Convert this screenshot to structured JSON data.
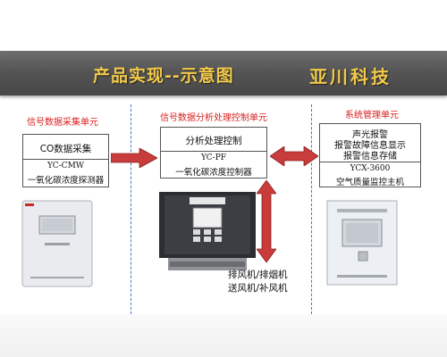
{
  "banner": {
    "title": "产品实现--示意图",
    "company": "亚川科技"
  },
  "sections": {
    "acquisition": {
      "title": "信号数据采集单元",
      "box_line1": "CO数据采集",
      "box_model": "YC-CMW",
      "box_name": "一氧化碳浓度探测器"
    },
    "analysis": {
      "title": "信号数据分析处理控制单元",
      "box_line1": "分析处理控制",
      "box_model": "YC-PF",
      "box_name": "一氧化碳浓度控制器"
    },
    "management": {
      "title": "系统管理单元",
      "box_line1": "声光报警",
      "box_line2": "报警故障信息显示",
      "box_line3": "报警信息存储",
      "box_model": "YCX-3600",
      "box_name": "空气质量监控主机"
    }
  },
  "fans": {
    "line1": "排风机/排烟机",
    "line2": "送风机/补风机"
  },
  "colors": {
    "banner_text": "#f2c94a",
    "section_title": "#d82020",
    "arrow_fill": "#c93c3c",
    "dashed_divider": "#4a6fd0"
  }
}
